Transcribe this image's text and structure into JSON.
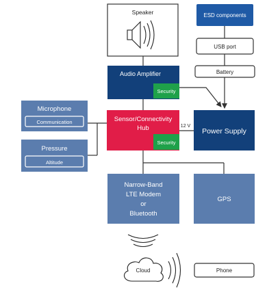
{
  "blocks": {
    "speaker": "Speaker",
    "esd": "ESD components",
    "usb": "USB port",
    "battery": "Battery",
    "audio_amp": "Audio Amplifier",
    "security_top": "Security",
    "microphone": "Microphone",
    "communication": "Communication",
    "pressure": "Pressure",
    "altitude": "Altitude",
    "hub_line1": "Sensor/Connectivity",
    "hub_line2": "Hub",
    "security_bottom": "Security",
    "power_supply": "Power Supply",
    "voltage": "12 V",
    "modem_line1": "Narrow-Band",
    "modem_line2": "LTE Modem",
    "modem_line3": "or",
    "modem_line4": "Bluetooth",
    "gps": "GPS",
    "cloud": "Cloud",
    "phone": "Phone"
  },
  "colors": {
    "steel_blue": "#5b7dae",
    "navy": "#12407a",
    "esd_blue": "#1f5aa6",
    "hub_red": "#e11d48",
    "security_green": "#1fa14a",
    "line": "#333333"
  },
  "icons": {
    "speaker": "speaker-icon",
    "wireless_upper": "radio-waves-icon",
    "wireless_right": "radio-waves-icon",
    "cloud": "cloud-icon"
  }
}
